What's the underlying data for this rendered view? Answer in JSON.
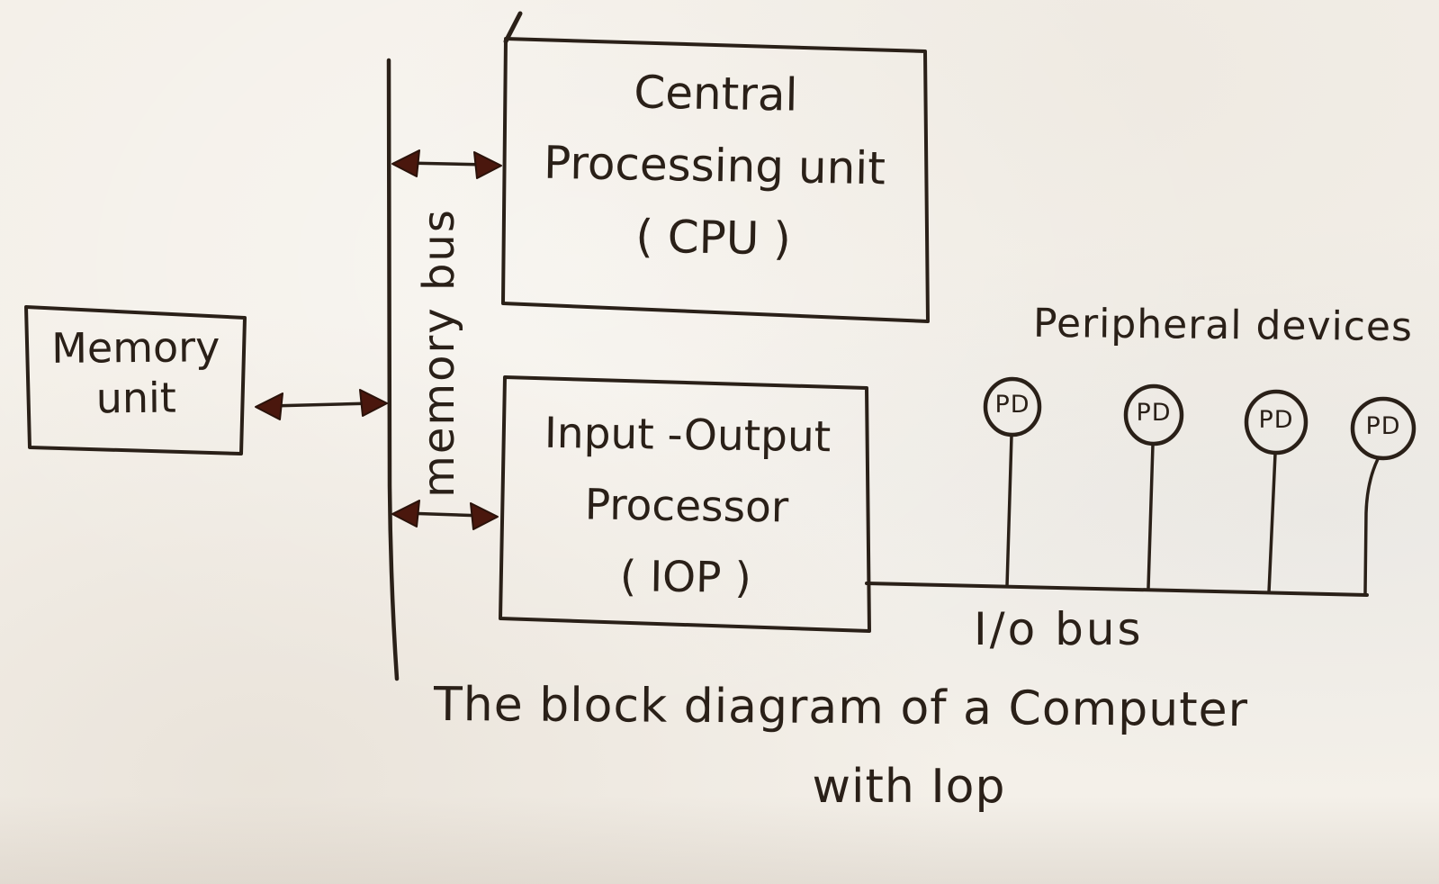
{
  "page": {
    "colors": {
      "paper": "#f4f0e9",
      "ink": "#2a2018",
      "arrowhead": "#4a170d"
    }
  },
  "blocks": {
    "memory_unit": {
      "lines": [
        "Memory",
        "unit"
      ]
    },
    "cpu": {
      "lines": [
        "Central",
        "Processing unit",
        "( CPU )"
      ]
    },
    "iop": {
      "lines": [
        "Input -Output",
        "Processor",
        "( IOP )"
      ]
    }
  },
  "labels": {
    "memory_bus": "memory bus",
    "io_bus": "I/o bus",
    "peripheral_heading": "Peripheral devices"
  },
  "peripheral_devices": [
    {
      "label": "PD"
    },
    {
      "label": "PD"
    },
    {
      "label": "PD"
    },
    {
      "label": "PD"
    }
  ],
  "caption": {
    "line1": "The block diagram of a Computer",
    "line2": "with Iop"
  }
}
